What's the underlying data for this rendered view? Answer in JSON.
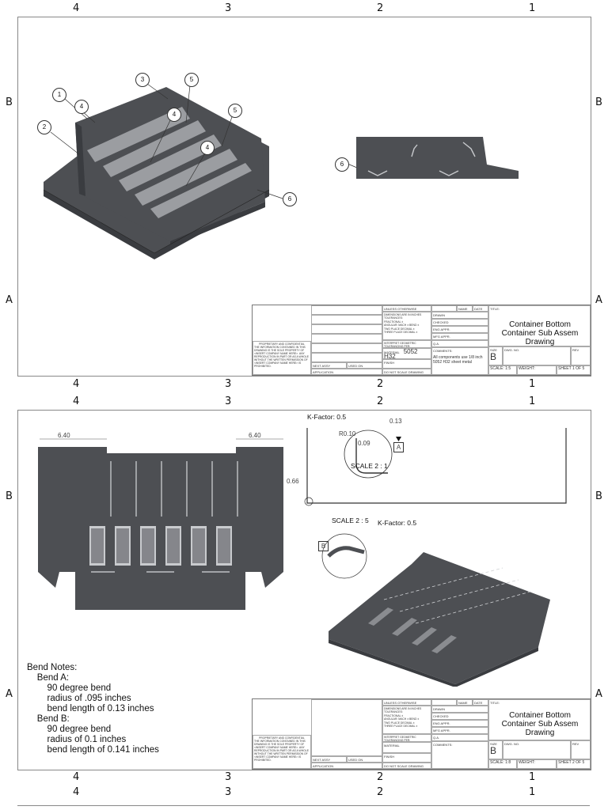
{
  "zones": {
    "cols": [
      "4",
      "3",
      "2",
      "1"
    ],
    "rows_top": [
      "B",
      "A"
    ]
  },
  "sheet1": {
    "callouts": [
      "1",
      "2",
      "3",
      "4",
      "4",
      "4",
      "5",
      "5",
      "6",
      "6"
    ],
    "titleblock": {
      "unless": "UNLESS OTHERWISE SPECIFIED:",
      "dims": "DIMENSIONS ARE IN INCHES TOLERANCES:",
      "fractional": "FRACTIONAL ±",
      "angular": "ANGULAR: MACH ±   BEND ±",
      "two_place": "TWO PLACE DECIMAL ±",
      "three_place": "THREE PLACE DECIMAL ±",
      "interpret": "INTERPRET GEOMETRIC TOLERANCING PER:",
      "material_label": "MATERIAL",
      "material": "5052 H32",
      "finish": "FINISH",
      "next_assy": "NEXT ASSY",
      "used_on": "USED ON",
      "application": "APPLICATION",
      "do_not_scale": "DO NOT SCALE DRAWING",
      "name": "NAME",
      "date": "DATE",
      "drawn": "DRAWN",
      "checked": "CHECKED",
      "eng_appr": "ENG APPR.",
      "mfg_appr": "MFG APPR.",
      "qa": "Q.A.",
      "comments": "COMMENTS:",
      "comment_text": "All components use 1/8 inch 5052 H32 sheet metal",
      "proprietary": "PROPRIETARY AND CONFIDENTIAL",
      "proprietary_text": "THE INFORMATION CONTAINED IN THIS DRAWING IS THE SOLE PROPERTY OF <INSERT COMPANY NAME HERE>. ANY REPRODUCTION IN PART OR AS A WHOLE WITHOUT THE WRITTEN PERMISSION OF <INSERT COMPANY NAME HERE> IS PROHIBITED.",
      "title_label": "TITLE:",
      "title": "Container Bottom Container Sub Assem Drawing",
      "size_label": "SIZE",
      "size": "B",
      "dwg_label": "DWG.  NO.",
      "rev_label": "REV",
      "scale": "SCALE: 1:5",
      "weight": "WEIGHT:",
      "sheet": "SHEET 1 OF 5"
    }
  },
  "sheet2": {
    "dim_left": "6.40",
    "dim_right": "6.40",
    "dim_side": "0.66",
    "kfactor_top": "K-Factor: 0.5",
    "kfactor_mid": "K-Factor: 0.5",
    "detail_r1": "R0.10",
    "detail_r2": "0.13",
    "detail_len": "0.09",
    "detail_a": "A",
    "detail_b": "B",
    "scale_a": "SCALE  2 : 1",
    "scale_b": "SCALE  2 : 5",
    "bend_notes": "Bend Notes:\n    Bend A:\n        90 degree bend\n        radius of .095 inches\n        bend length of 0.13 inches\n    Bend B:\n        90 degree bend\n        radius of 0.1 inches\n        bend length of 0.141 inches",
    "titleblock": {
      "title": "Container Bottom Container Sub Assem Drawing",
      "size": "B",
      "scale": "SCALE: 1:8",
      "weight": "WEIGHT:",
      "sheet": "SHEET 2 OF 5"
    }
  }
}
